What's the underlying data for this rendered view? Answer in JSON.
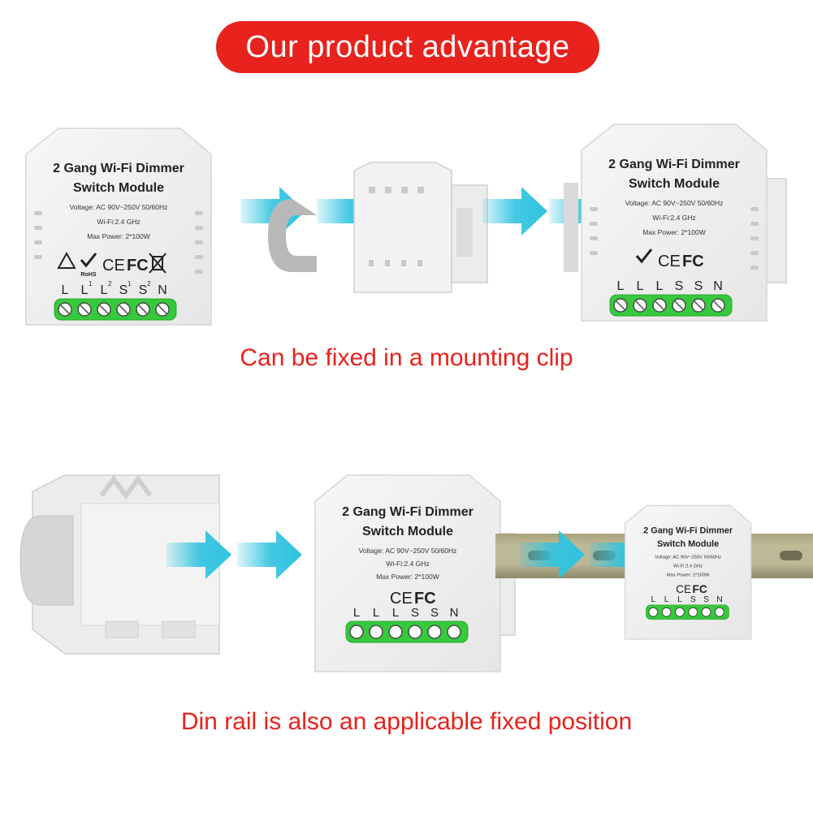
{
  "colors": {
    "accent_red": "#e8221c",
    "caption_red": "#e8221c",
    "arrow": "#2fc3e0",
    "terminal_green": "#35c93b"
  },
  "header": {
    "title": "Our product advantage"
  },
  "module": {
    "line1": "2 Gang Wi-Fi Dimmer",
    "line2": "Switch Module",
    "voltage": "Voltage: AC 90V~250V  50/60Hz",
    "wifi": "Wi-Fi:2.4 GHz",
    "power": "Max Power: 2*100W",
    "cert_ce": "CE",
    "cert_fc": "FC",
    "cert_rohs": "RoHS",
    "terminal_labels": [
      "L",
      "L",
      "L",
      "S",
      "S",
      "N"
    ],
    "terminal_sub": [
      "",
      "1",
      "2",
      "1",
      "2",
      ""
    ]
  },
  "captions": {
    "clip": "Can be fixed in a mounting clip",
    "din": "Din rail is also an applicable fixed position"
  },
  "icons": [
    "arrow-right-icon",
    "ce-mark-icon",
    "fc-mark-icon",
    "rohs-check-icon",
    "weee-bin-icon",
    "warning-icon"
  ]
}
